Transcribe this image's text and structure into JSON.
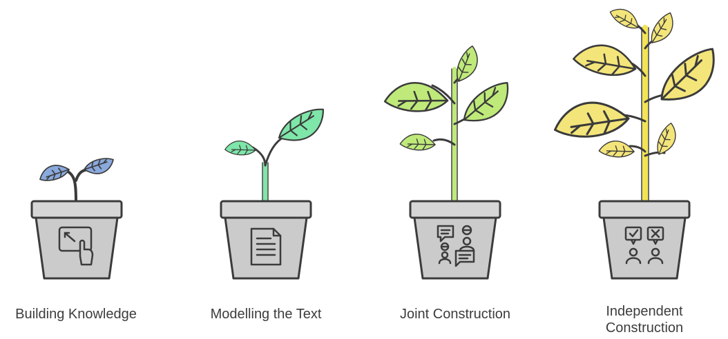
{
  "stages": [
    {
      "label": "Building Knowledge",
      "pot_icon": "resize-touch-icon",
      "leaf_color": "#8aa9dc"
    },
    {
      "label": "Modelling the Text",
      "pot_icon": "document-icon",
      "leaf_color": "#7ee6a8"
    },
    {
      "label": "Joint Construction",
      "pot_icon": "collaboration-chat-icon",
      "leaf_color": "#bfea7a"
    },
    {
      "label": "Independent Construction",
      "pot_icon": "assessment-people-icon",
      "leaf_color": "#f4e57a"
    }
  ],
  "colors": {
    "outline": "#3b3b3b",
    "pot": "#cbcbcb",
    "pot_rim": "#d6d6d6",
    "stem_1": "#3b3b3b",
    "stem_2": "#7ee6a8",
    "stem_3": "#bfea7a",
    "stem_4": "#f2e455"
  }
}
